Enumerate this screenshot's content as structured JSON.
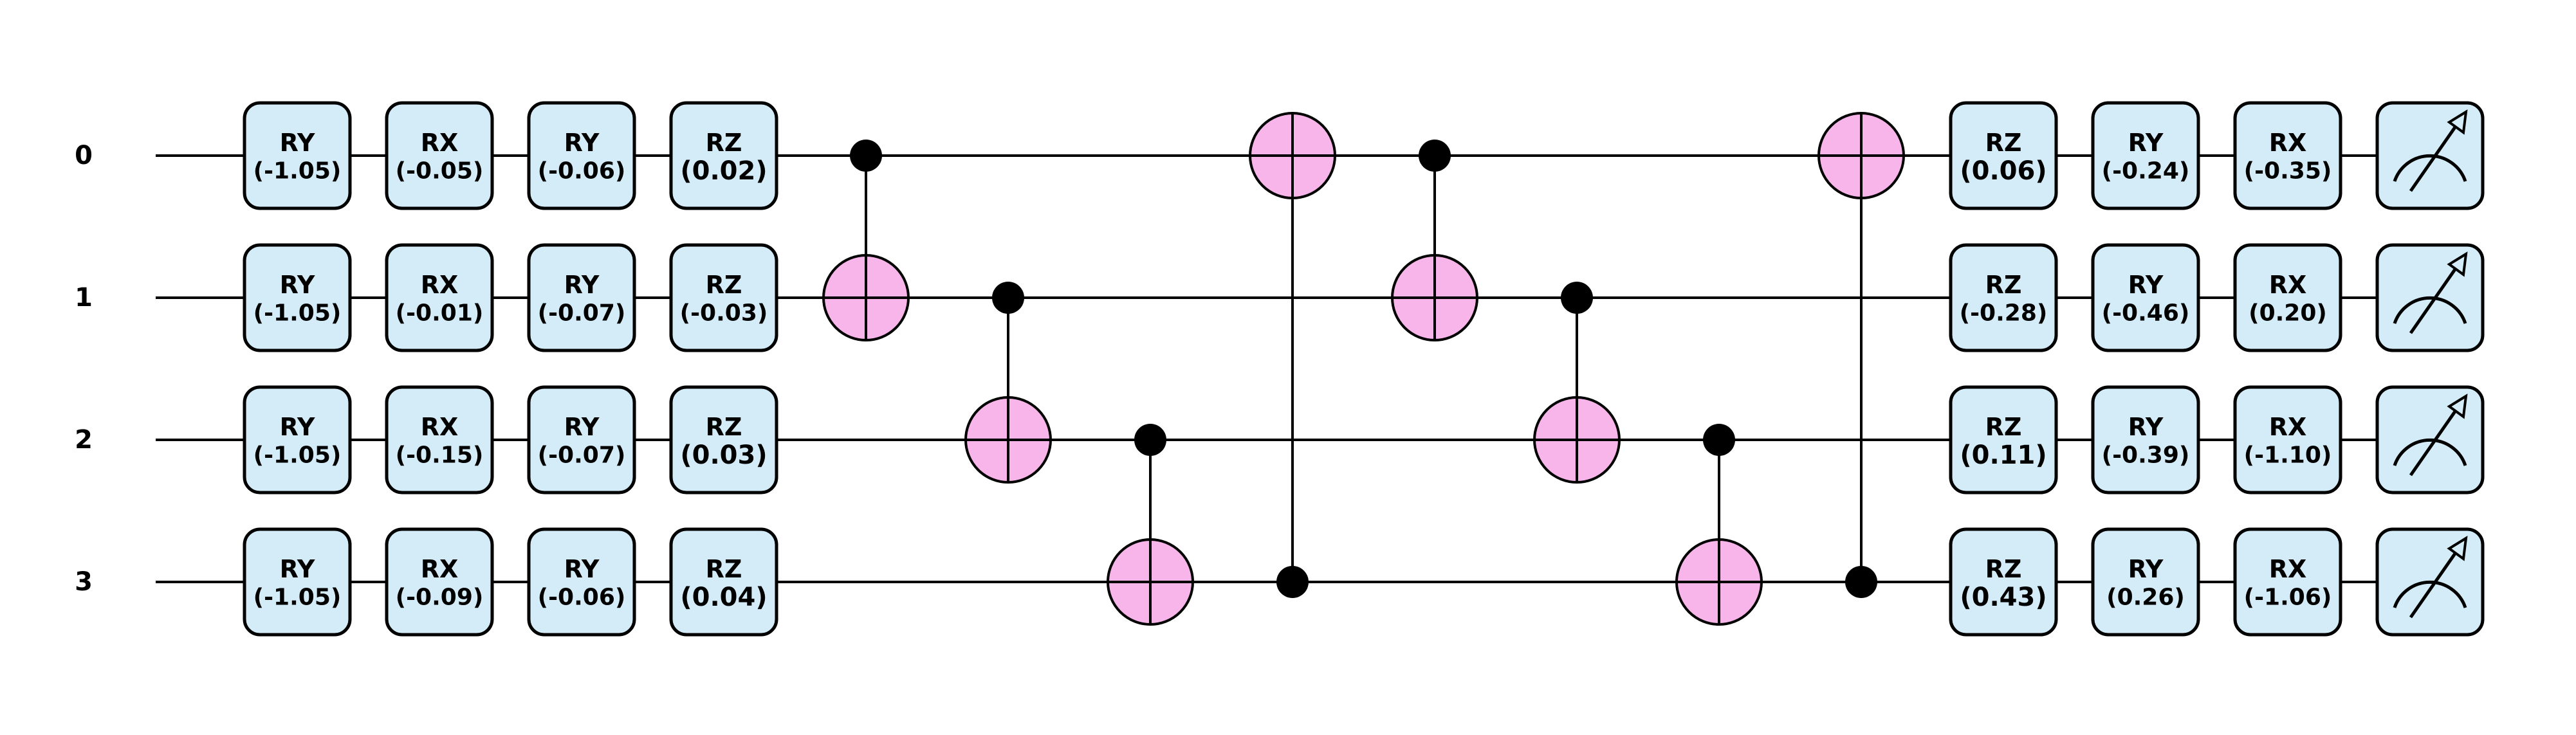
{
  "colors": {
    "wire": "#000000",
    "gate_fill": "#d4ecf7",
    "target_fill": "#f7b5ea",
    "control_dot": "#000000",
    "measure_fill": "#d4ecf7"
  },
  "qubits": [
    "0",
    "1",
    "2",
    "3"
  ],
  "rotation_columns_left": [
    [
      {
        "name": "RY",
        "param": "(-1.05)"
      },
      {
        "name": "RY",
        "param": "(-1.05)"
      },
      {
        "name": "RY",
        "param": "(-1.05)"
      },
      {
        "name": "RY",
        "param": "(-1.05)"
      }
    ],
    [
      {
        "name": "RX",
        "param": "(-0.05)"
      },
      {
        "name": "RX",
        "param": "(-0.01)"
      },
      {
        "name": "RX",
        "param": "(-0.15)"
      },
      {
        "name": "RX",
        "param": "(-0.09)"
      }
    ],
    [
      {
        "name": "RY",
        "param": "(-0.06)"
      },
      {
        "name": "RY",
        "param": "(-0.07)"
      },
      {
        "name": "RY",
        "param": "(-0.07)"
      },
      {
        "name": "RY",
        "param": "(-0.06)"
      }
    ],
    [
      {
        "name": "RZ",
        "param": "(0.02)"
      },
      {
        "name": "RZ",
        "param": "(-0.03)"
      },
      {
        "name": "RZ",
        "param": "(0.03)"
      },
      {
        "name": "RZ",
        "param": "(0.04)"
      }
    ]
  ],
  "cnots": [
    {
      "control": 0,
      "target": 1
    },
    {
      "control": 1,
      "target": 2
    },
    {
      "control": 2,
      "target": 3
    },
    {
      "control": 3,
      "target": 0
    },
    {
      "control": 0,
      "target": 1
    },
    {
      "control": 1,
      "target": 2
    },
    {
      "control": 2,
      "target": 3
    },
    {
      "control": 3,
      "target": 0
    }
  ],
  "rotation_columns_right": [
    [
      {
        "name": "RZ",
        "param": "(0.06)"
      },
      {
        "name": "RZ",
        "param": "(-0.28)"
      },
      {
        "name": "RZ",
        "param": "(0.11)"
      },
      {
        "name": "RZ",
        "param": "(0.43)"
      }
    ],
    [
      {
        "name": "RY",
        "param": "(-0.24)"
      },
      {
        "name": "RY",
        "param": "(-0.46)"
      },
      {
        "name": "RY",
        "param": "(-0.39)"
      },
      {
        "name": "RY",
        "param": "(0.26)"
      }
    ],
    [
      {
        "name": "RX",
        "param": "(-0.35)"
      },
      {
        "name": "RX",
        "param": "(0.20)"
      },
      {
        "name": "RX",
        "param": "(-1.10)"
      },
      {
        "name": "RX",
        "param": "(-1.06)"
      }
    ]
  ],
  "measurements": [
    "measure-icon",
    "measure-icon",
    "measure-icon",
    "measure-icon"
  ]
}
